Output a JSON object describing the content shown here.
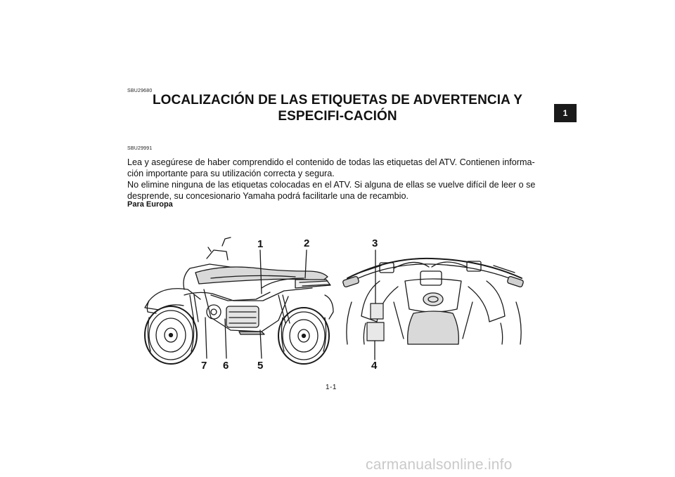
{
  "tab_number": "1",
  "code_top": "SBU29680",
  "title": "LOCALIZACIÓN DE LAS ETIQUETAS DE ADVERTENCIA Y ESPECIFI-CACIÓN",
  "code_body": "SBU29991",
  "paragraphs": [
    "Lea y asegúrese de haber comprendido el contenido de todas las etiquetas del ATV. Contienen informa-ción importante para su utilización correcta y segura.",
    "No elimine ninguna de las etiquetas colocadas en el ATV. Si alguna de ellas se vuelve difícil de leer o se desprende, su concesionario Yamaha podrá facilitarle una de recambio."
  ],
  "section_label": "Para Europa",
  "callouts": {
    "c1": "1",
    "c2": "2",
    "c3": "3",
    "c4": "4",
    "c5": "5",
    "c6": "6",
    "c7": "7"
  },
  "page_number": "1-1",
  "watermark": "carmanualsonline.info"
}
